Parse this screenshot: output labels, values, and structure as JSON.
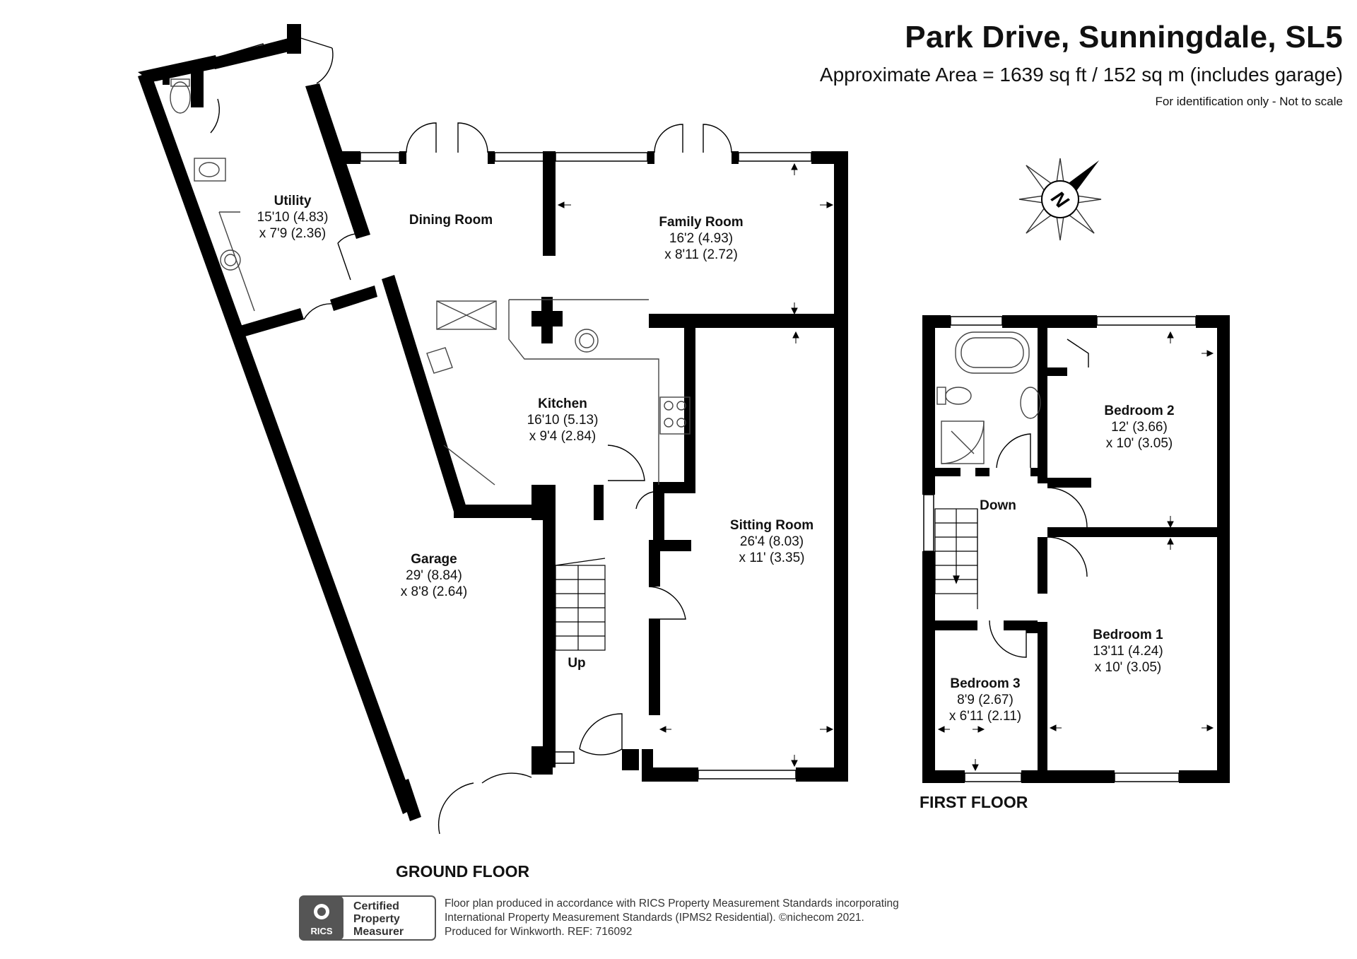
{
  "header": {
    "title": "Park Drive, Sunningdale, SL5",
    "area": "Approximate Area = 1639 sq ft / 152 sq m (includes garage)",
    "identification": "For identification only - Not to scale"
  },
  "compass": {
    "label": "N",
    "icon": "compass-rose-icon"
  },
  "floors": {
    "ground": {
      "label": "GROUND FLOOR",
      "rooms": {
        "utility": {
          "name": "Utility",
          "dim1": "15'10 (4.83)",
          "dim2": "x 7'9 (2.36)"
        },
        "dining": {
          "name": "Dining Room"
        },
        "family": {
          "name": "Family Room",
          "dim1": "16'2 (4.93)",
          "dim2": "x 8'11 (2.72)"
        },
        "kitchen": {
          "name": "Kitchen",
          "dim1": "16'10 (5.13)",
          "dim2": "x 9'4 (2.84)"
        },
        "garage": {
          "name": "Garage",
          "dim1": "29' (8.84)",
          "dim2": "x 8'8 (2.64)"
        },
        "sitting": {
          "name": "Sitting Room",
          "dim1": "26'4 (8.03)",
          "dim2": "x 11' (3.35)"
        }
      },
      "stairs_label": "Up"
    },
    "first": {
      "label": "FIRST FLOOR",
      "rooms": {
        "bedroom2": {
          "name": "Bedroom 2",
          "dim1": "12' (3.66)",
          "dim2": "x 10' (3.05)"
        },
        "bedroom1": {
          "name": "Bedroom 1",
          "dim1": "13'11 (4.24)",
          "dim2": "x 10' (3.05)"
        },
        "bedroom3": {
          "name": "Bedroom 3",
          "dim1": "8'9 (2.67)",
          "dim2": "x 6'11 (2.11)"
        }
      },
      "stairs_label": "Down"
    }
  },
  "footer": {
    "badge_lines": [
      "Certified",
      "Property",
      "Measurer"
    ],
    "badge_brand": "RICS",
    "line1": "Floor plan produced in accordance with RICS Property Measurement Standards incorporating",
    "line2": "International Property Measurement Standards (IPMS2 Residential).  ©nichecom 2021.",
    "line3": "Produced for Winkworth.   REF: 716092"
  },
  "colors": {
    "wall": "#000000",
    "fixture": "#444444",
    "badge_dark": "#555555"
  }
}
